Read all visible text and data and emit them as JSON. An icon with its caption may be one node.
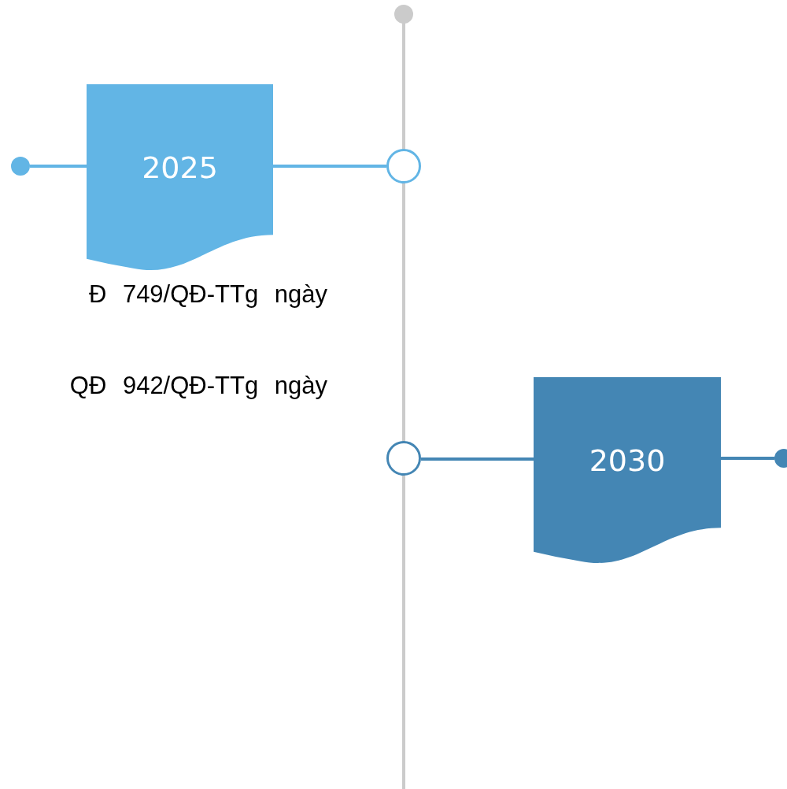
{
  "diagram": {
    "nodes": [
      {
        "text": [],
        "shape": "circle"
      },
      {
        "text": [
          "2025"
        ]
      },
      {
        "text": [],
        "shape": "circle"
      },
      {
        "text": [],
        "shape": "circle"
      },
      {
        "text": [
          "2030"
        ]
      },
      {
        "text": [],
        "shape": "circle"
      }
    ],
    "edges": [
      {
        "from": 0,
        "to": 1,
        "arrow": "none",
        "color": "#62b5e5"
      },
      {
        "from": 1,
        "to": 2,
        "arrow": "none",
        "color": "#62b5e5"
      },
      {
        "from": 3,
        "to": 4,
        "arrow": "none",
        "color": "#4486b4"
      },
      {
        "from": 4,
        "to": 5,
        "arrow": "none",
        "color": "#4486b4"
      }
    ],
    "labels": [
      "Đ 749/QĐ-TTg ngày",
      "QĐ 942/QĐ-TTg ngày"
    ]
  }
}
